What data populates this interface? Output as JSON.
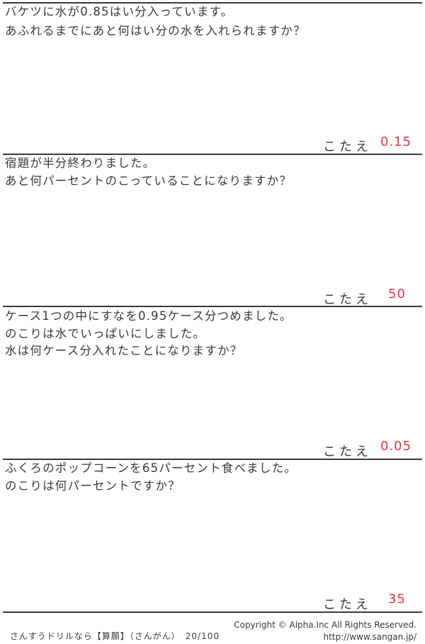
{
  "problems": [
    {
      "lines": [
        "バケツに水が0.85はい分入っています。",
        "あふれるまでにあと何はい分の水を入れられますか？"
      ],
      "answer_label": "こたえ",
      "answer": "0.15"
    },
    {
      "lines": [
        "宿題が半分終わりました。",
        "あと何パーセントのこっていることになりますか？"
      ],
      "answer_label": "こたえ",
      "answer": "50"
    },
    {
      "lines": [
        "ケース1つの中にすなを0.95ケース分つめました。",
        "のこりは水でいっぱいにしました。",
        "水は何ケース分入れたことになりますか？"
      ],
      "answer_label": "こたえ",
      "answer": "0.05"
    },
    {
      "lines": [
        "ふくろのポップコーンを65パーセント食べました。",
        "のこりは何パーセントですか？"
      ],
      "answer_label": "こたえ",
      "answer": "35"
    }
  ],
  "footer": {
    "site_label": "さんすうドリルなら【算願】（さんがん）　20/100",
    "copyright": "Copyright ©  Alpha.Inc All Rights Reserved.",
    "url": "http://www.sangan.jp/"
  },
  "colors": {
    "answer": "#e8323c",
    "text": "#3a3a3a"
  }
}
